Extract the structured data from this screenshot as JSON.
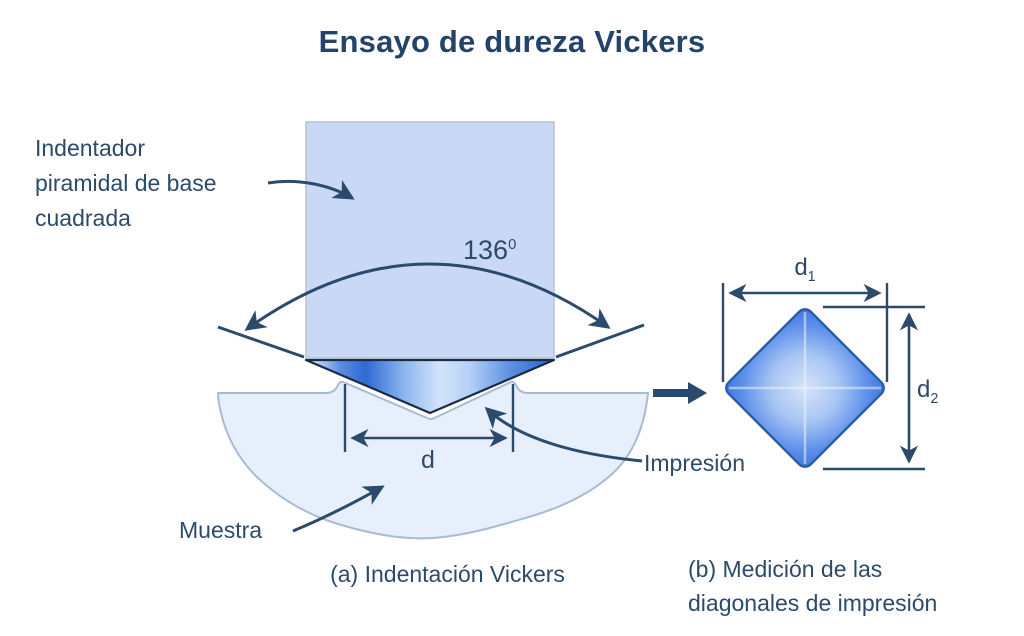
{
  "title": "Ensayo de dureza Vickers",
  "colors": {
    "text": "#2c4a6b",
    "line": "#2c4a6b",
    "indenter_fill": "#c9d9f5",
    "sample_fill": "#e7effc",
    "tip_blue_dark": "#2f6ad4",
    "tip_blue_light": "#d3e4fa",
    "diamond_edge_blue": "#3b72d8",
    "diamond_center": "#d6e4fa"
  },
  "diagram_a": {
    "indenter_label_lines": [
      "Indentador",
      "piramidal de base",
      "cuadrada"
    ],
    "angle": {
      "base": "136",
      "sup": "0"
    },
    "diagonal_label": "d",
    "impression_label": "Impresión",
    "sample_label": "Muestra",
    "caption": "(a) Indentación Vickers"
  },
  "diagram_b": {
    "d1": {
      "base": "d",
      "sub": "1"
    },
    "d2": {
      "base": "d",
      "sub": "2"
    },
    "caption_lines": [
      "(b) Medición de las",
      "diagonales de impresión"
    ]
  },
  "icons": {
    "transition_arrow": "right-arrow",
    "dimension_arrows": "double-headed-arrow",
    "angle_arc": "curved-double-arrow"
  }
}
